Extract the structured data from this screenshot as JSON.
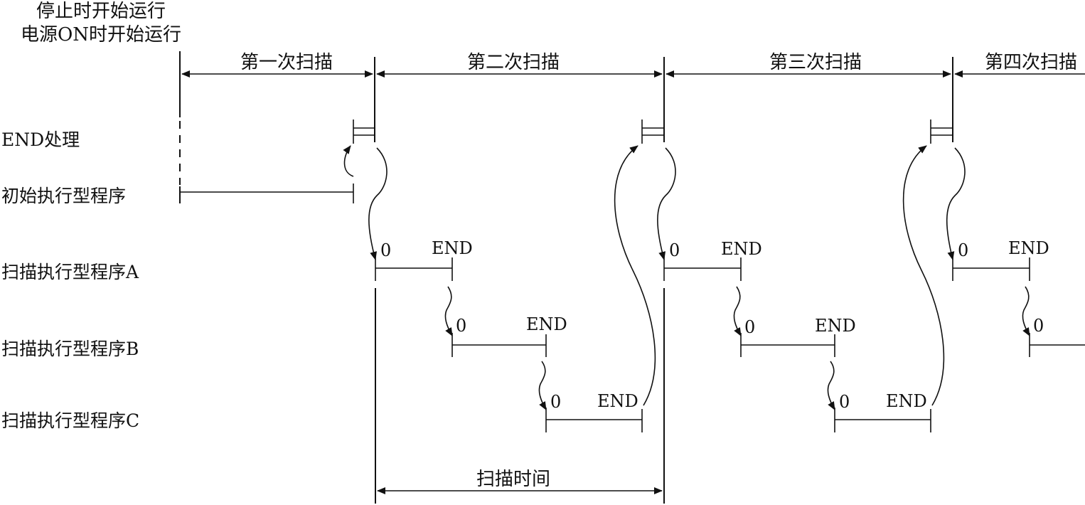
{
  "top_labels": {
    "line1": "停止时开始运行",
    "line2": "电源ON时开始运行"
  },
  "scans": [
    "第一次扫描",
    "第二次扫描",
    "第三次扫描",
    "第四次扫描"
  ],
  "rows": {
    "end_processing": "END处理",
    "initial_program": "初始执行型程序",
    "scan_a": "扫描执行型程序A",
    "scan_b": "扫描执行型程序B",
    "scan_c": "扫描执行型程序C"
  },
  "marks": {
    "zero": "0",
    "end": "END"
  },
  "scan_time": "扫描时间"
}
